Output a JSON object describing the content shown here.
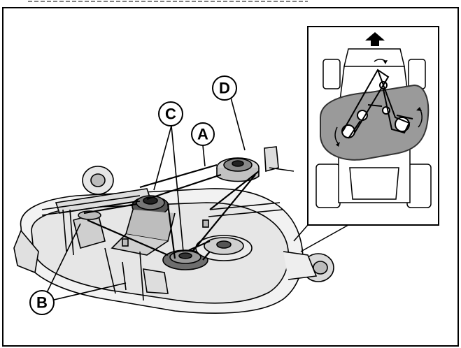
{
  "diagram": {
    "callouts": {
      "a": "A",
      "b": "B",
      "c": "C",
      "d": "D"
    },
    "colors": {
      "line": "#000000",
      "background": "#ffffff",
      "deck_light": "#f2f2f2",
      "deck_mid": "#d9d9d9",
      "belt_panel": "#9a9a9a",
      "panel_outline": "#333333"
    },
    "inset": {
      "direction_icon": "up-arrow-icon"
    }
  }
}
